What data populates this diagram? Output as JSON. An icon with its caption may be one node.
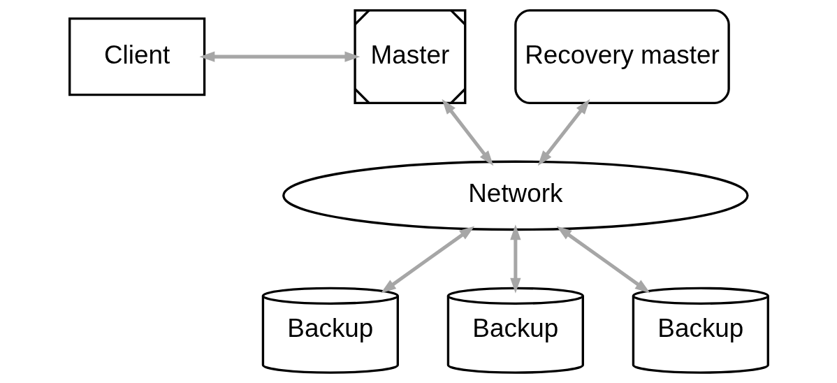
{
  "diagram": {
    "nodes": [
      {
        "text": [
          "Client"
        ]
      },
      {
        "text": [
          "Master"
        ]
      },
      {
        "text": [
          "Recovery master"
        ]
      },
      {
        "text": [
          "Network"
        ]
      },
      {
        "text": [
          "Backup"
        ]
      },
      {
        "text": [
          "Backup"
        ]
      },
      {
        "text": [
          "Backup"
        ]
      }
    ],
    "edges": [
      {
        "from": 0,
        "to": 1,
        "arrow": "both"
      },
      {
        "from": 1,
        "to": 3,
        "arrow": "both"
      },
      {
        "from": 2,
        "to": 3,
        "arrow": "both"
      },
      {
        "from": 3,
        "to": 4,
        "arrow": "both"
      },
      {
        "from": 3,
        "to": 5,
        "arrow": "both"
      },
      {
        "from": 3,
        "to": 6,
        "arrow": "both"
      }
    ]
  }
}
